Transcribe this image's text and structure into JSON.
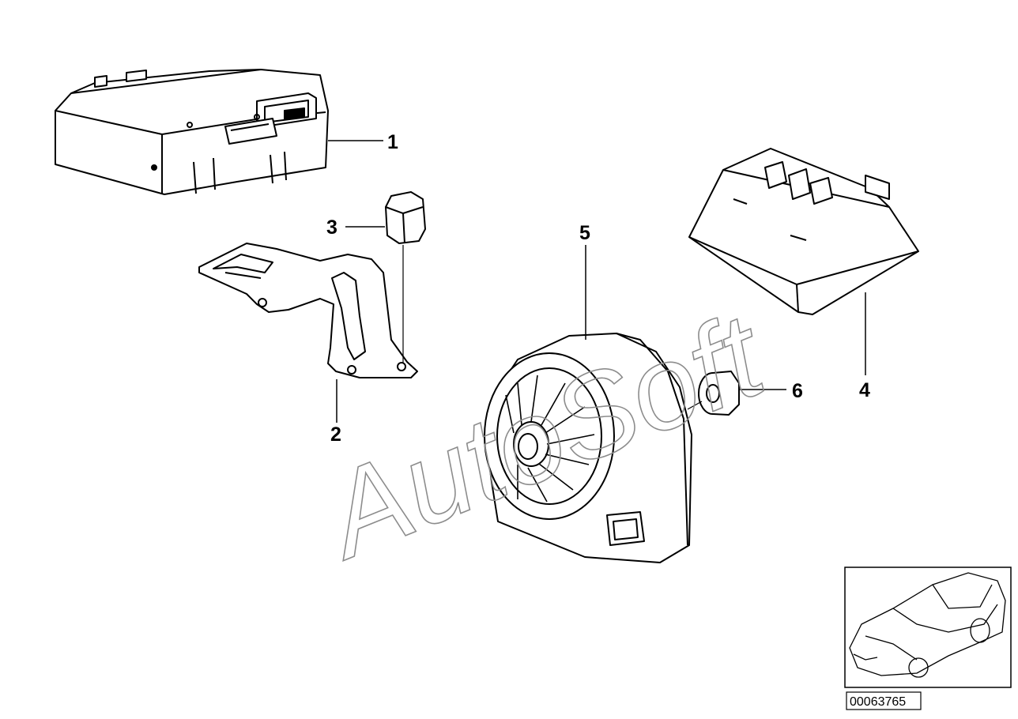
{
  "watermark": "AutoSoft",
  "callouts": {
    "c1": "1",
    "c2": "2",
    "c3": "3",
    "c4": "4",
    "c5": "5",
    "c6": "6"
  },
  "doc_id": "00063765",
  "colors": {
    "line": "#000000",
    "watermark": "#8c8c8c",
    "background": "#ffffff"
  }
}
